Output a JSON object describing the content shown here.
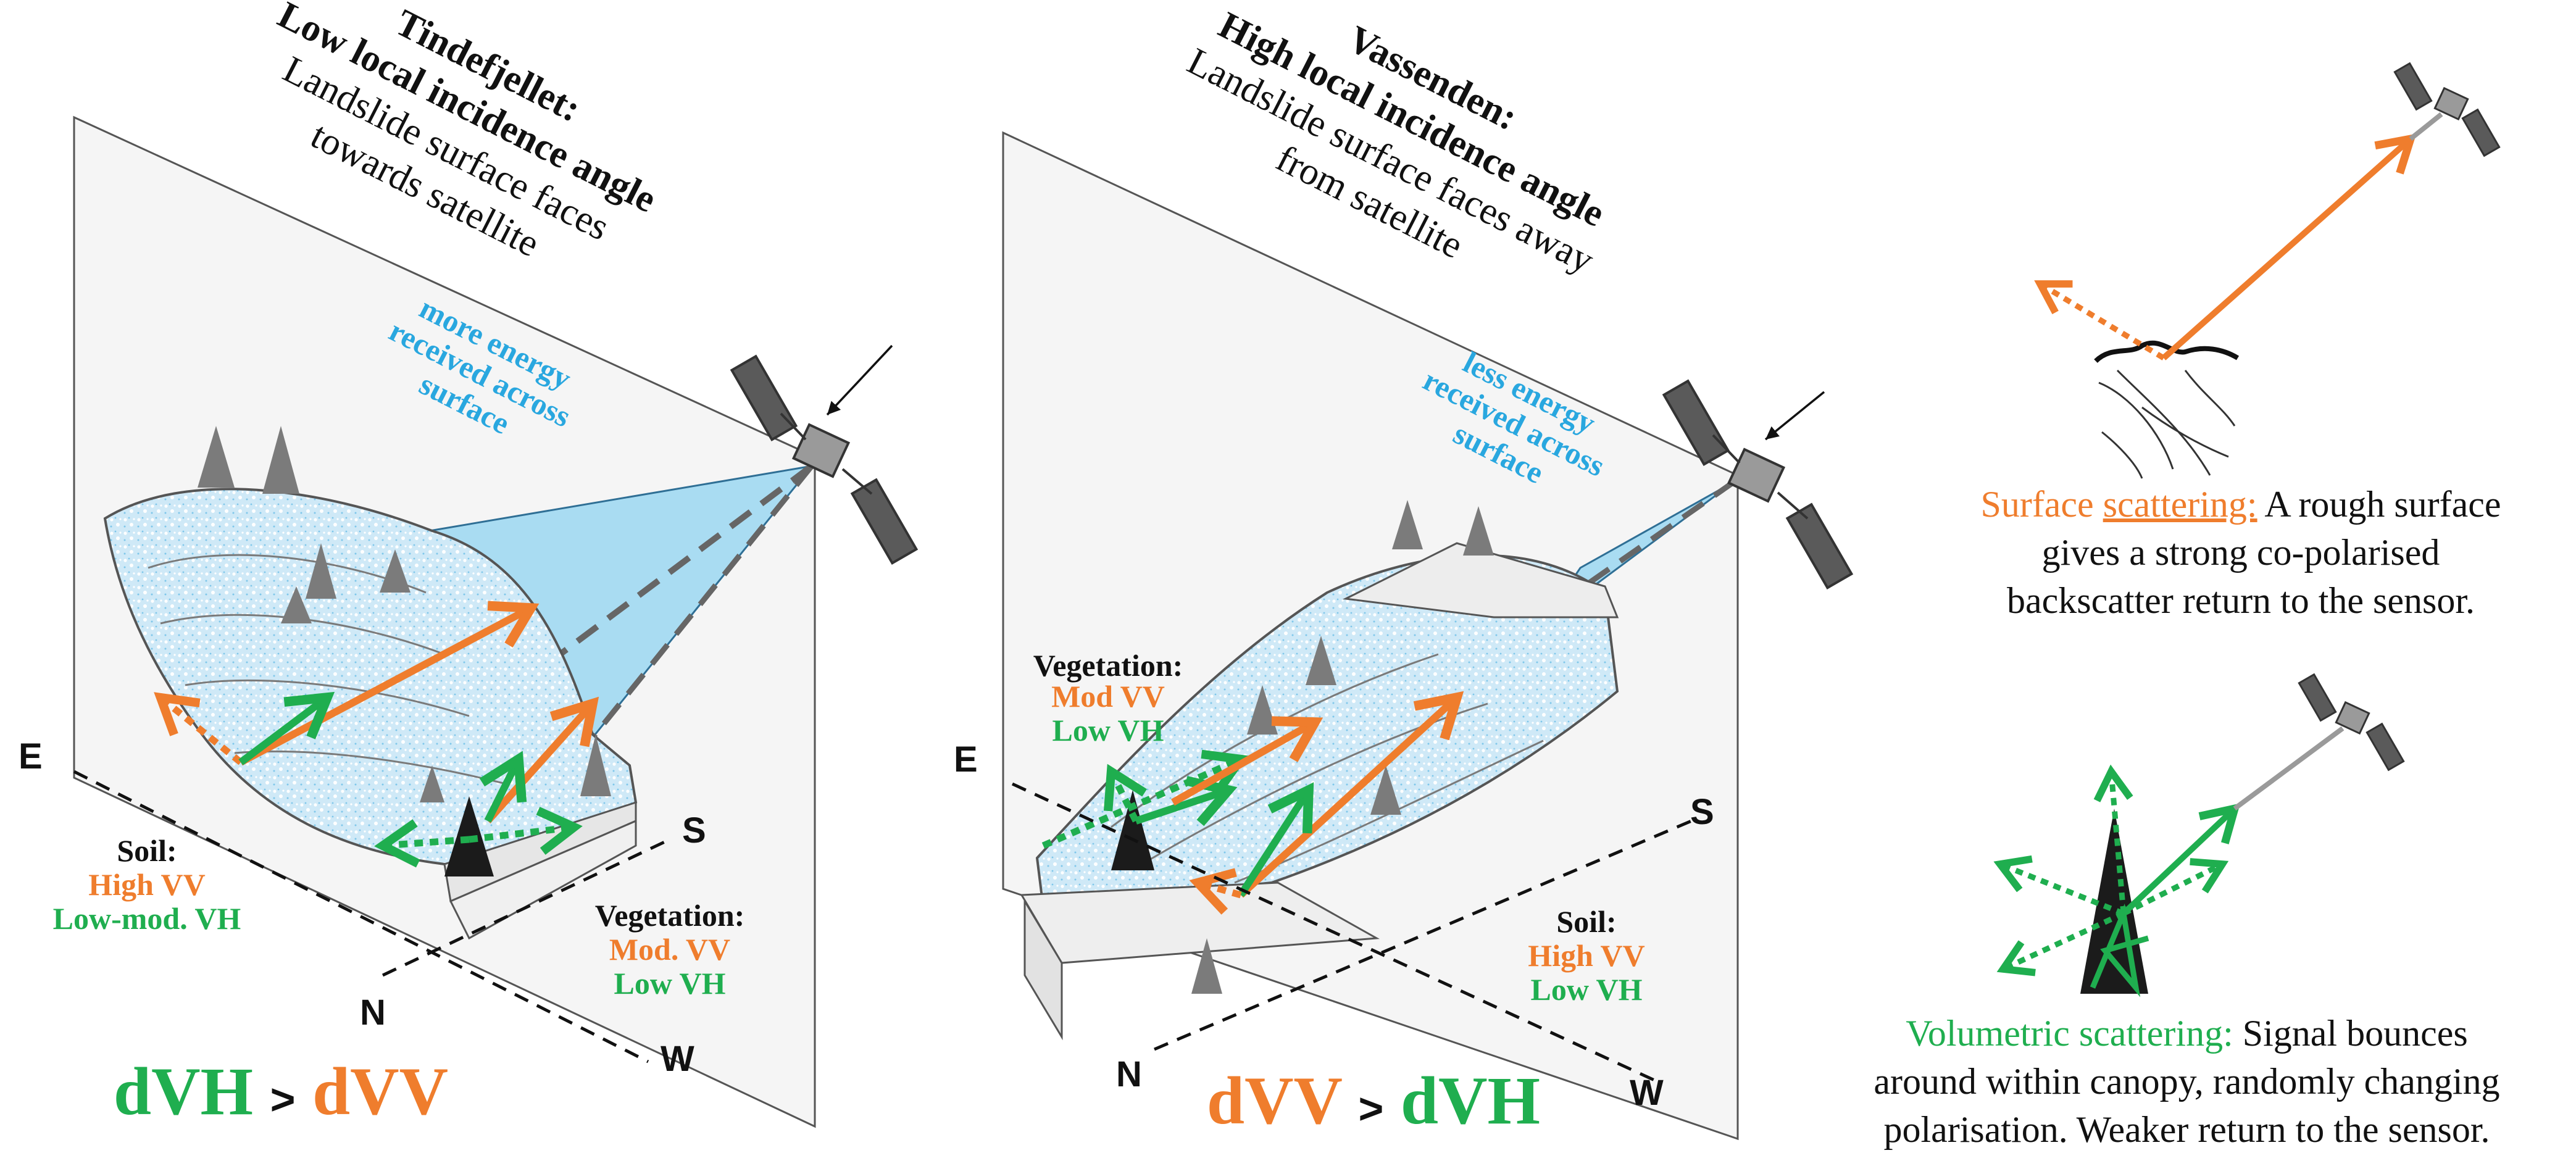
{
  "colors": {
    "orange": "#ef7d2d",
    "green": "#1fae4f",
    "blue": "#29a7df",
    "sky": "#a9dcf2",
    "ink": "#111111",
    "wall": "#f4f4f4",
    "ground": "#d8eefa"
  },
  "left_panel": {
    "title": "Tindefjellet:",
    "subtitle": "Low local incidence angle",
    "description": [
      "Landslide surface faces",
      "towards satellite"
    ],
    "energy_note": [
      "more energy",
      "received across",
      "surface"
    ],
    "compass": {
      "e": "E",
      "s": "S",
      "n": "N",
      "w": "W"
    },
    "soil": {
      "heading": "Soil:",
      "vv": "High VV",
      "vh": "Low-mod. VH"
    },
    "vegetation": {
      "heading": "Vegetation:",
      "vv": "Mod. VV",
      "vh": "Low VH"
    },
    "comparison": {
      "left": "dVH",
      "op": ">",
      "right": "dVV"
    }
  },
  "middle_panel": {
    "title": "Vassenden:",
    "subtitle": "High local incidence angle",
    "description": [
      "Landslide surface faces away",
      "from satellite"
    ],
    "energy_note": [
      "less energy",
      "received across",
      "surface"
    ],
    "compass": {
      "e": "E",
      "s": "S",
      "n": "N",
      "w": "W"
    },
    "vegetation": {
      "heading": "Vegetation:",
      "vv": "Mod VV",
      "vh": "Low VH"
    },
    "soil": {
      "heading": "Soil:",
      "vv": "High VV",
      "vh": "Low VH"
    },
    "comparison": {
      "left": "dVV",
      "op": ">",
      "right": "dVH"
    }
  },
  "right_panel": {
    "surface": {
      "term": "Surface",
      "term2": "scattering:",
      "rest1": "A rough surface",
      "line2": "gives a strong co-polarised",
      "line3": "backscatter return to the sensor."
    },
    "volumetric": {
      "term": "Volumetric scattering:",
      "rest1": "Signal bounces",
      "line2": "around within canopy, randomly changing",
      "line3": "polarisation. Weaker return to the sensor."
    }
  },
  "icons": [
    "satellite-icon",
    "tree-icon",
    "arrow-icon"
  ]
}
